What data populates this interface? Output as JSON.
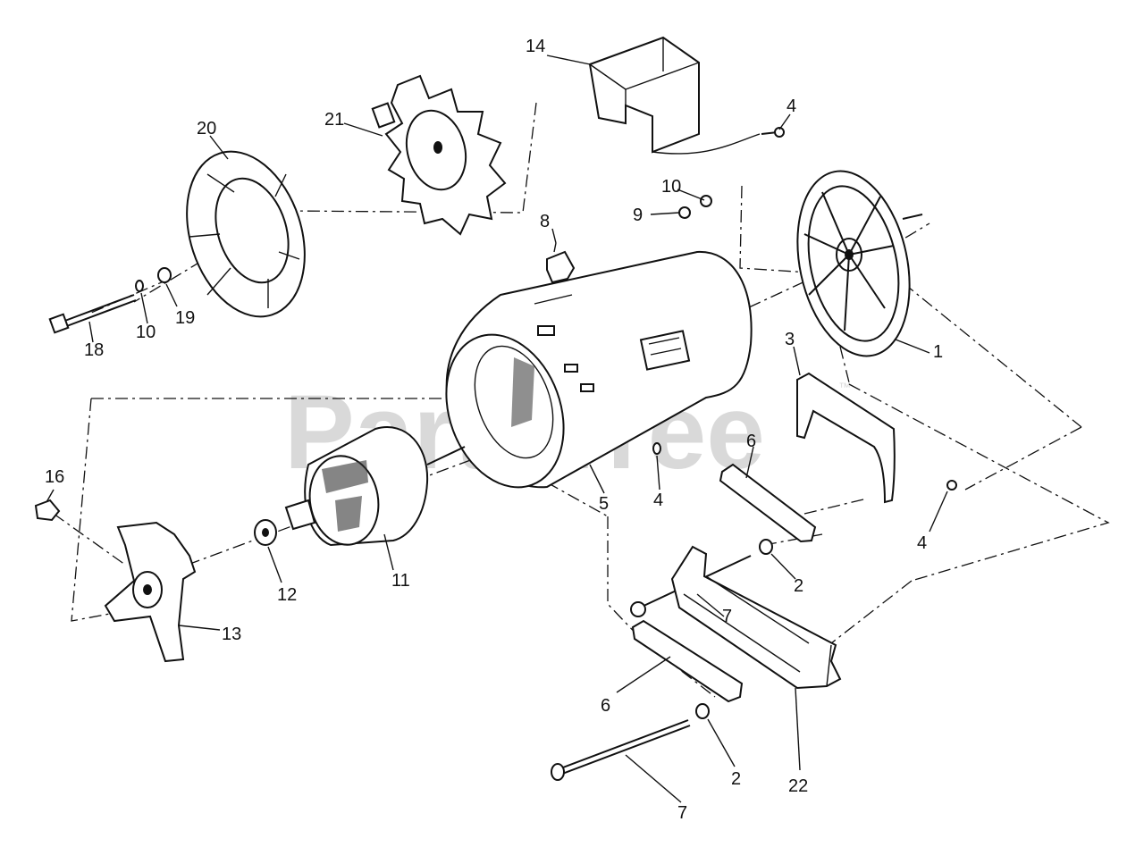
{
  "watermark": {
    "text": "PartsTree",
    "tm": "™"
  },
  "callouts": [
    {
      "id": "c1",
      "label": "1"
    },
    {
      "id": "c2a",
      "label": "2"
    },
    {
      "id": "c2b",
      "label": "2"
    },
    {
      "id": "c3",
      "label": "3"
    },
    {
      "id": "c4a",
      "label": "4"
    },
    {
      "id": "c4b",
      "label": "4"
    },
    {
      "id": "c4c",
      "label": "4"
    },
    {
      "id": "c5",
      "label": "5"
    },
    {
      "id": "c6a",
      "label": "6"
    },
    {
      "id": "c6b",
      "label": "6"
    },
    {
      "id": "c7a",
      "label": "7"
    },
    {
      "id": "c7b",
      "label": "7"
    },
    {
      "id": "c8",
      "label": "8"
    },
    {
      "id": "c9",
      "label": "9"
    },
    {
      "id": "c10a",
      "label": "10"
    },
    {
      "id": "c10b",
      "label": "10"
    },
    {
      "id": "c11",
      "label": "11"
    },
    {
      "id": "c12",
      "label": "12"
    },
    {
      "id": "c13",
      "label": "13"
    },
    {
      "id": "c14",
      "label": "14"
    },
    {
      "id": "c16",
      "label": "16"
    },
    {
      "id": "c18",
      "label": "18"
    },
    {
      "id": "c19",
      "label": "19"
    },
    {
      "id": "c20",
      "label": "20"
    },
    {
      "id": "c21",
      "label": "21"
    },
    {
      "id": "c22",
      "label": "22"
    }
  ]
}
